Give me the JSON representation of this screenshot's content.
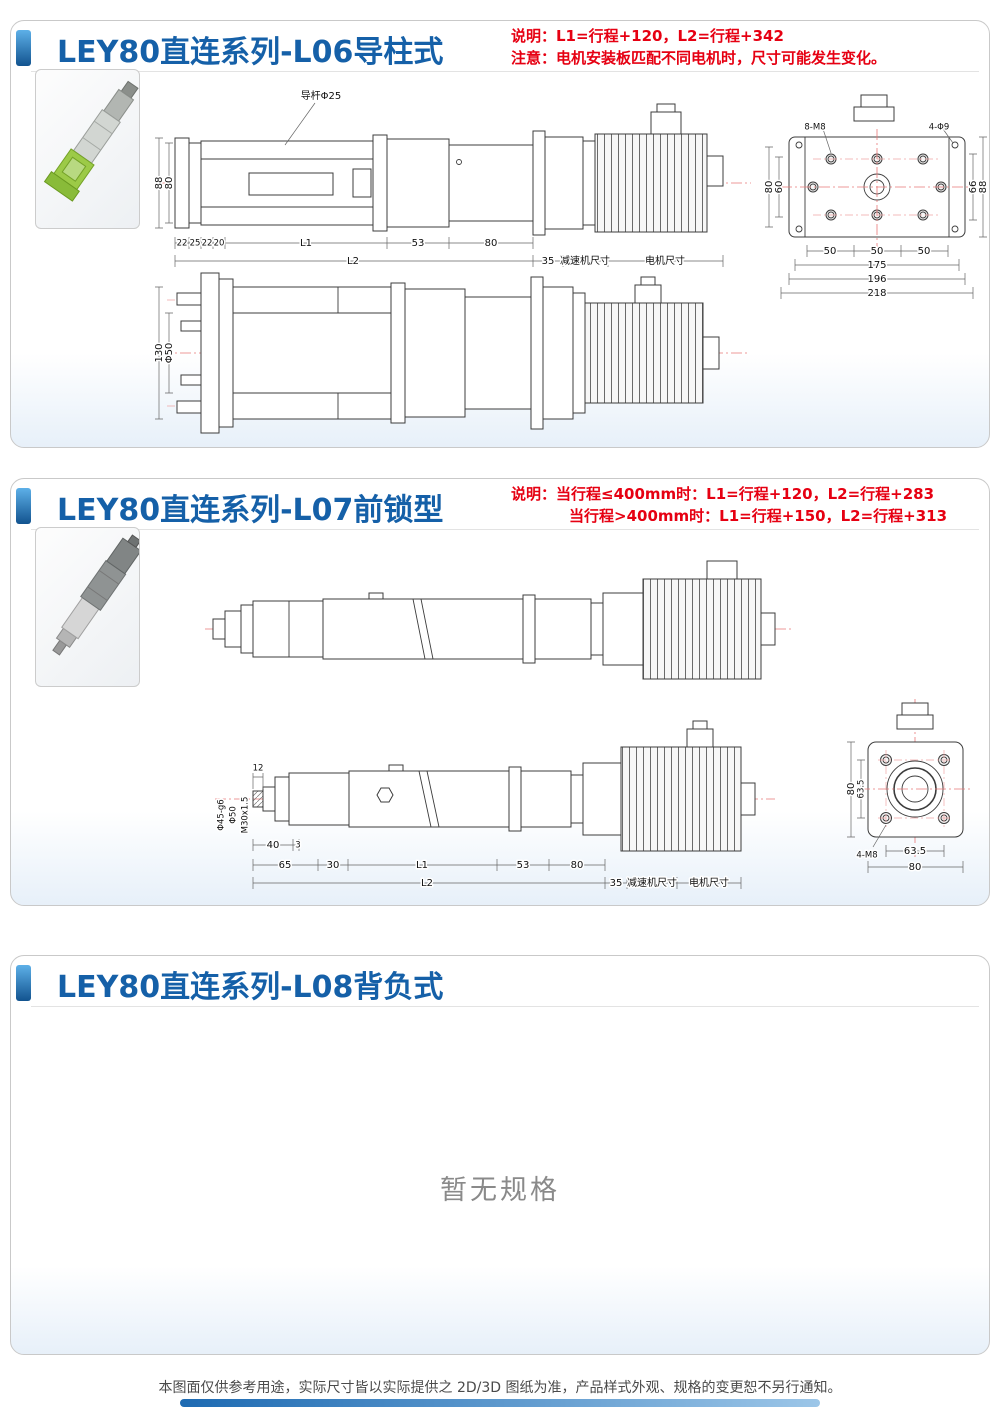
{
  "colors": {
    "accent_blue": "#1560a8",
    "note_red": "#e60012",
    "centerline_red": "#e87878"
  },
  "s1": {
    "title": "LEY80直连系列-L06导柱式",
    "note1": "说明：L1=行程+120，L2=行程+342",
    "note2": "注意：电机安装板匹配不同电机时，尺寸可能发生变化。",
    "dA": {
      "rod": "导杆Φ25",
      "h88": "88",
      "h80": "80",
      "w22a": "22",
      "w25": "25",
      "w22b": "22",
      "w20": "20",
      "L1": "L1",
      "w53": "53",
      "w80": "80",
      "L2": "L2",
      "w35": "35",
      "gear": "减速机尺寸",
      "motor": "电机尺寸"
    },
    "dB": {
      "m8": "8-M8",
      "p9": "4-Φ9",
      "l80": "80",
      "l60": "60",
      "r66": "66",
      "r88": "88",
      "s50a": "50",
      "s50b": "50",
      "s50c": "50",
      "s175": "175",
      "s196": "196",
      "s218": "218"
    },
    "dC": {
      "h130": "130",
      "p50": "Φ50"
    }
  },
  "s2": {
    "title": "LEY80直连系列-L07前锁型",
    "note1": "说明：当行程≤400mm时：L1=行程+120，L2=行程+283",
    "note2": "当行程>400mm时：L1=行程+150，L2=行程+313",
    "dB": {
      "w12": "12",
      "p45": "Φ45-g6",
      "p50": "Φ50",
      "m30": "M30x1.5",
      "w40": "40",
      "w3": "3",
      "w65": "65",
      "w30": "30",
      "L1": "L1",
      "w53": "53",
      "w80": "80",
      "L2": "L2",
      "w35": "35",
      "gear": "减速机尺寸",
      "motor": "电机尺寸"
    },
    "dC": {
      "l80": "80",
      "l635": "63.5",
      "m8": "4-M8",
      "b635": "63.5",
      "b80": "80"
    }
  },
  "s3": {
    "title": "LEY80直连系列-L08背负式",
    "empty": "暂无规格"
  },
  "footer": {
    "text": "本图面仅供参考用途，实际尺寸皆以实际提供之 2D/3D 图纸为准，产品样式外观、规格的变更恕不另行通知。"
  }
}
